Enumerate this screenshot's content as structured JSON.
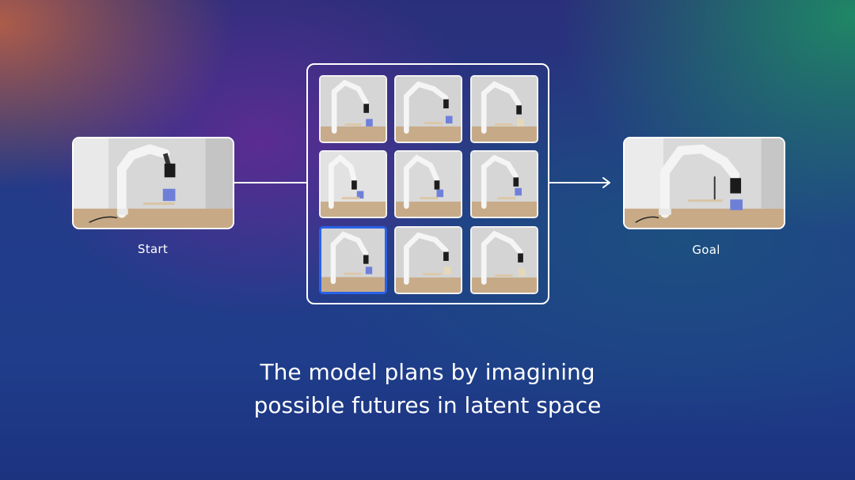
{
  "start": {
    "label": "Start"
  },
  "goal": {
    "label": "Goal"
  },
  "grid": {
    "rows": 3,
    "cols": 3,
    "highlighted_index": 6
  },
  "headline": {
    "line1": "The model plans by imagining",
    "line2": "possible futures in latent space"
  },
  "colors": {
    "highlight_border": "#2a62e8",
    "frame_border": "#ffffff",
    "text": "#ffffff"
  }
}
